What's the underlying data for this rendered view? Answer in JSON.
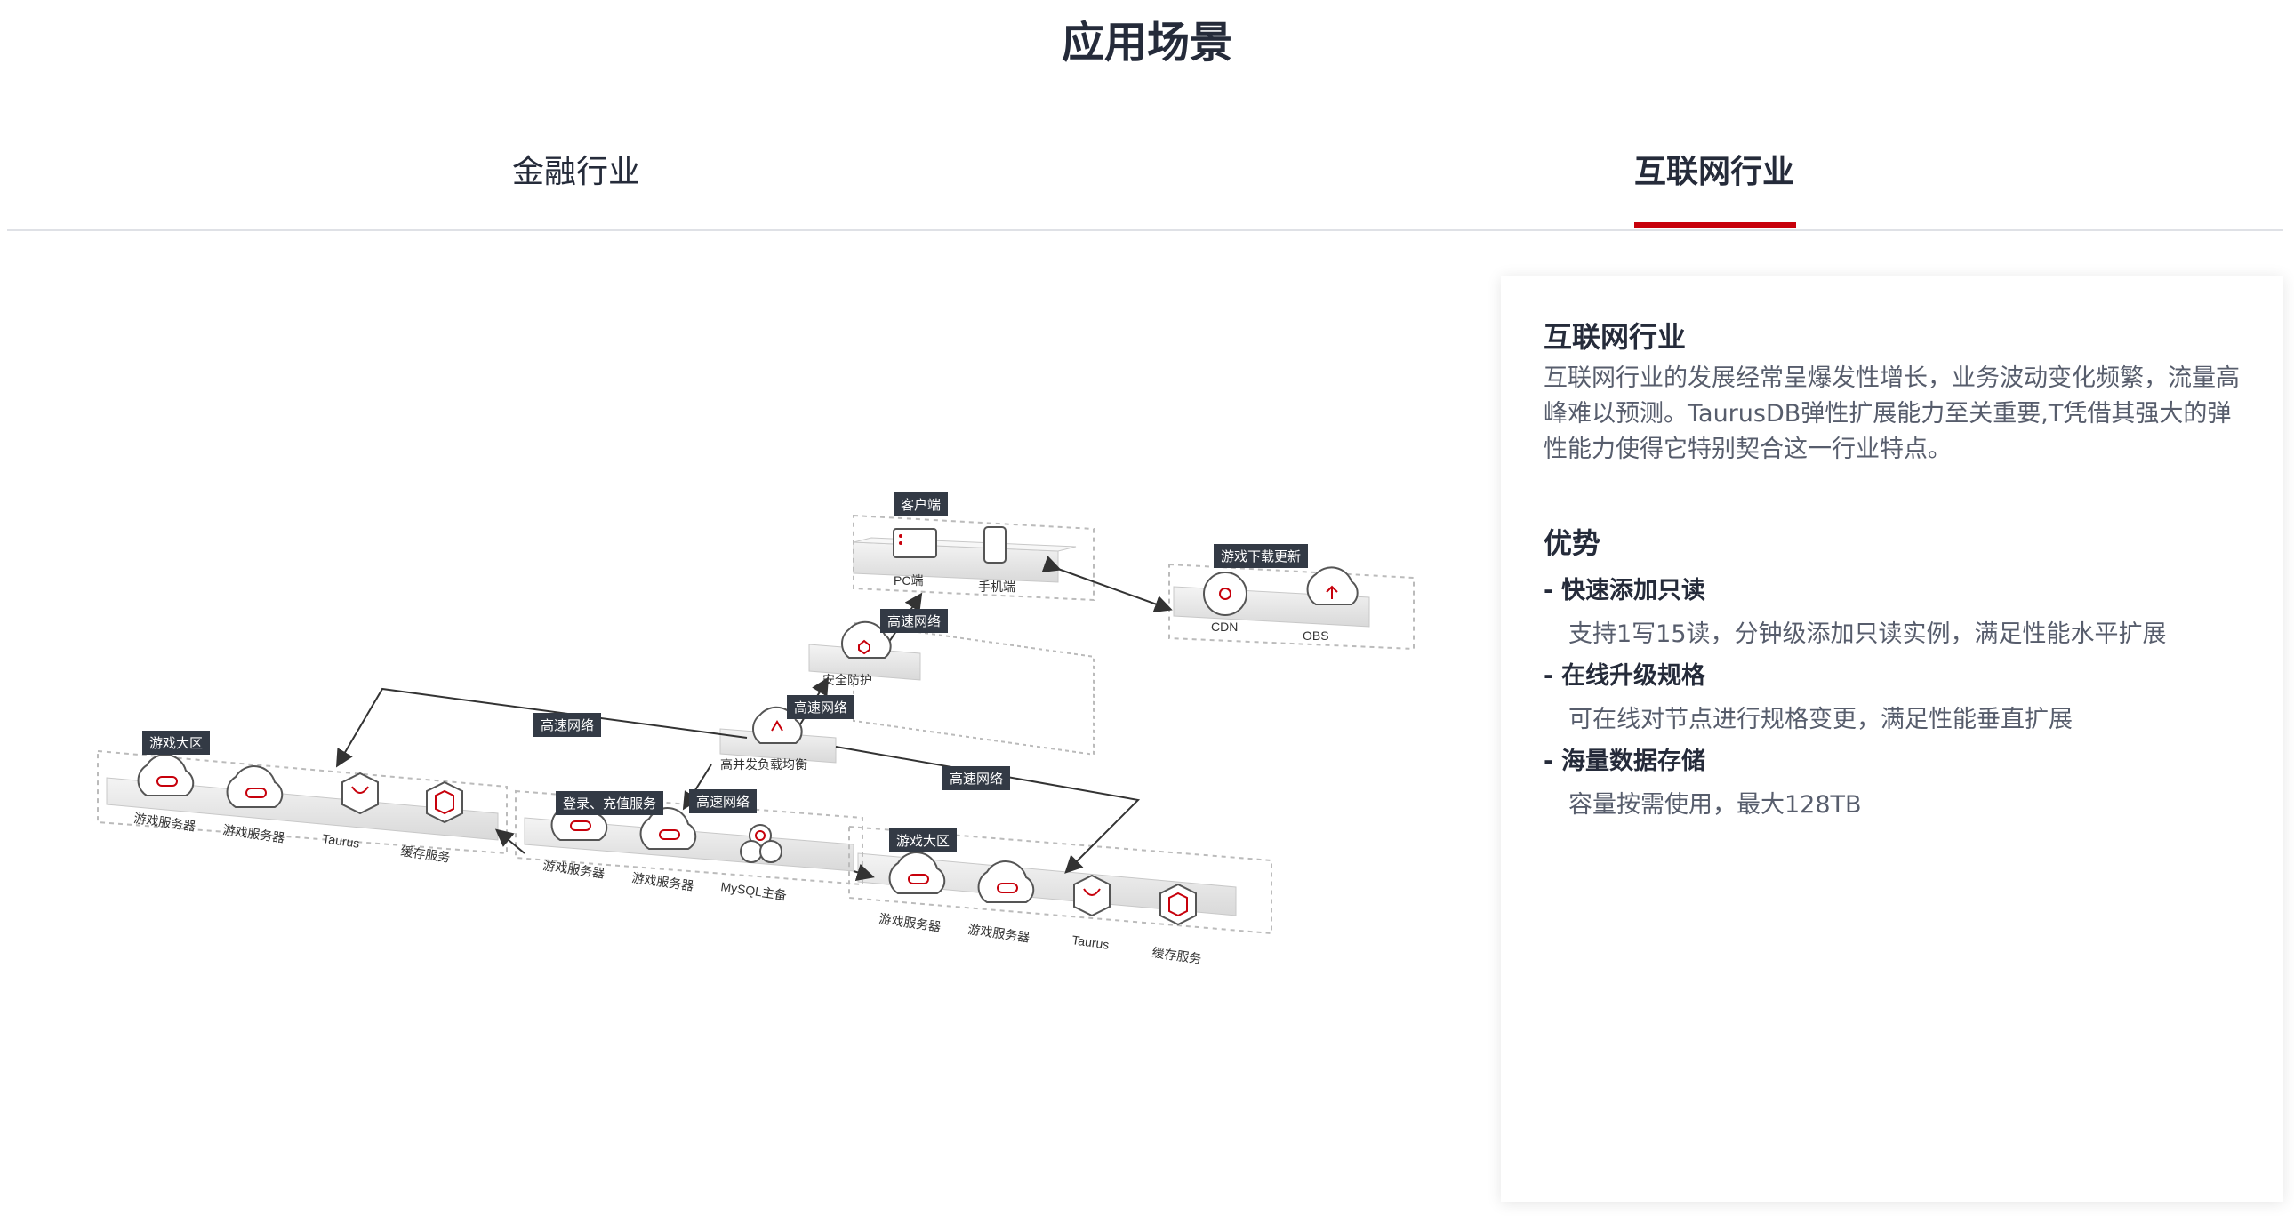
{
  "section": {
    "title": "应用场景"
  },
  "tabs": [
    {
      "label": "金融行业"
    },
    {
      "label": "互联网行业"
    }
  ],
  "diagram": {
    "client_group": {
      "tag": "客户端",
      "items": [
        "PC端",
        "手机端"
      ]
    },
    "download_group": {
      "tag": "游戏下载更新",
      "items": [
        "CDN",
        "OBS"
      ]
    },
    "security": {
      "label": "安全防护"
    },
    "lb": {
      "label": "高并发负载均衡"
    },
    "network_label": "高速网络",
    "region_left": {
      "tag": "游戏大区",
      "items": [
        "游戏服务器",
        "游戏服务器",
        "Taurus",
        "缓存服务"
      ]
    },
    "login_group": {
      "tag": "登录、充值服务",
      "items": [
        "游戏服务器",
        "游戏服务器",
        "MySQL主备"
      ]
    },
    "region_right": {
      "tag": "游戏大区",
      "items": [
        "游戏服务器",
        "游戏服务器",
        "Taurus",
        "缓存服务"
      ]
    }
  },
  "card": {
    "title": "互联网行业",
    "desc": "互联网行业的发展经常呈爆发性增长，业务波动变化频繁，流量高峰难以预测。TaurusDB弹性扩展能力至关重要,T凭借其强大的弹性能力使得它特别契合这一行业特点。",
    "adv_title": "优势",
    "advantages": [
      {
        "head": "快速添加只读",
        "body": "支持1写15读，分钟级添加只读实例，满足性能水平扩展"
      },
      {
        "head": "在线升级规格",
        "body": "可在线对节点进行规格变更，满足性能垂直扩展"
      },
      {
        "head": "海量数据存储",
        "body": "容量按需使用，最大128TB"
      }
    ]
  },
  "colors": {
    "accent": "#c7000b",
    "text": "#252b3a",
    "muted": "#575d6c",
    "tag_bg": "#333a45"
  }
}
